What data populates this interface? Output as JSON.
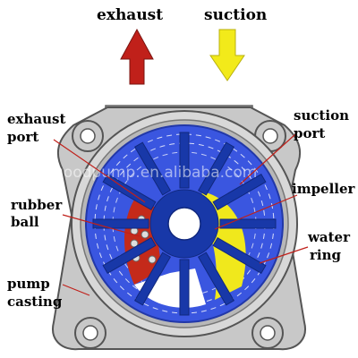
{
  "labels": {
    "exhaust": "exhaust",
    "suction": "suction",
    "exhaust_port": [
      "exhaust",
      "port"
    ],
    "suction_port": [
      "suction",
      "port"
    ],
    "rubber_ball": [
      "rubber",
      "ball"
    ],
    "impeller": "impeller",
    "water_ring": [
      "water",
      "ring"
    ],
    "pump_casting": [
      "pump",
      "casting"
    ]
  },
  "watermark": "goodpump.en.alibaba.com",
  "colors": {
    "exhaust_arrow": "#c0201a",
    "suction_arrow": "#f2ea1a",
    "casing": "#c8c8c8",
    "water": "#3a56e0",
    "impeller": "#1838a8",
    "exhaust_region": "#c42a1a",
    "suction_region": "#f0e81c",
    "leader_line": "#c0201a"
  }
}
